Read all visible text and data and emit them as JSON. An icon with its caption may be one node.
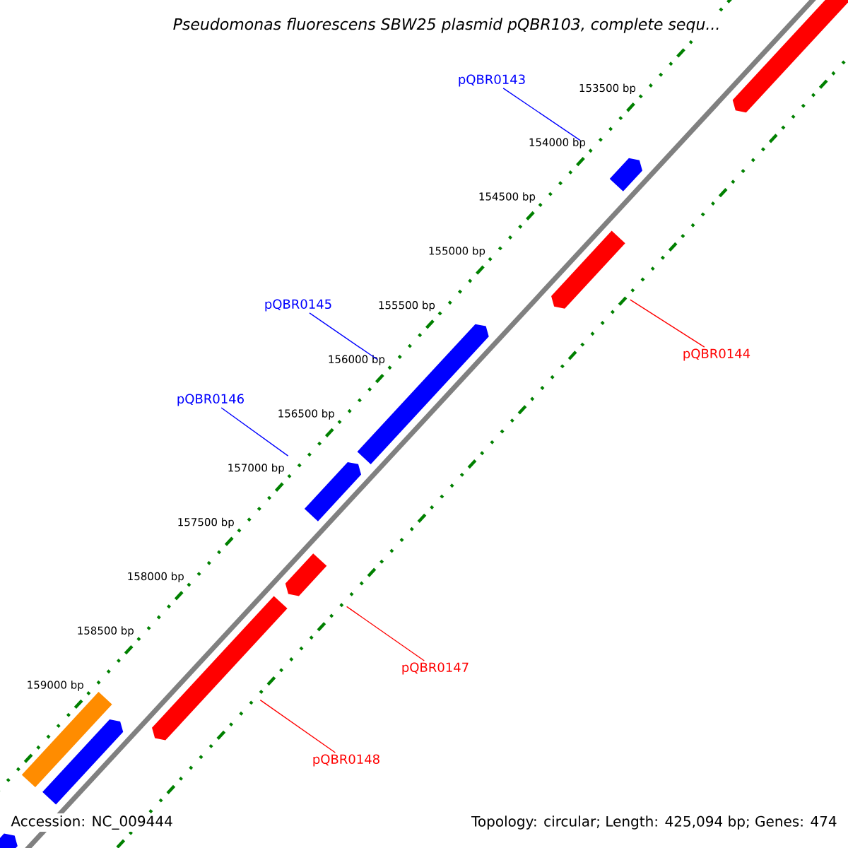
{
  "diagram": {
    "title": "Pseudomonas fluorescens SBW25 plasmid pQBR103, complete sequ...",
    "nodes": [
      {
        "text": [],
        "shape": "arrow"
      },
      {
        "text": [
          "pQBR0143"
        ]
      },
      {
        "text": [],
        "shape": "arrow"
      },
      {
        "text": [],
        "shape": "arrow"
      },
      {
        "text": [
          "pQBR0145"
        ]
      },
      {
        "text": [
          "pQBR0144"
        ]
      },
      {
        "text": [],
        "shape": "arrow"
      },
      {
        "text": [
          "pQBR0146"
        ]
      },
      {
        "text": [],
        "shape": "arrow"
      },
      {
        "text": [],
        "shape": "arrow"
      },
      {
        "text": [],
        "shape": "arrow"
      },
      {
        "text": [
          "pQBR0147"
        ]
      },
      {
        "text": [],
        "shape": "bar"
      },
      {
        "text": [],
        "shape": "arrow"
      },
      {
        "text": [
          "pQBR0148"
        ]
      },
      {
        "text": [],
        "shape": "arrow"
      }
    ],
    "edges": [
      {
        "from": 1,
        "to": 2,
        "arrow": "none",
        "color": "#0000ff"
      },
      {
        "from": 4,
        "to": 6,
        "arrow": "none",
        "color": "#0000ff"
      },
      {
        "from": 5,
        "to": 3,
        "arrow": "none",
        "color": "#ff0000"
      },
      {
        "from": 7,
        "to": 8,
        "arrow": "none",
        "color": "#0000ff"
      },
      {
        "from": 11,
        "to": 9,
        "arrow": "none",
        "color": "#ff0000"
      },
      {
        "from": 14,
        "to": 10,
        "arrow": "none",
        "color": "#ff0000"
      }
    ],
    "labels": [
      "153500 bp",
      "154000 bp",
      "154500 bp",
      "155000 bp",
      "155500 bp",
      "156000 bp",
      "156500 bp",
      "157000 bp",
      "157500 bp",
      "158000 bp",
      "158500 bp",
      "159000 bp",
      "Accession: NC_009444",
      "Topology: circular; Length: 425,094 bp; Genes: 474"
    ]
  }
}
